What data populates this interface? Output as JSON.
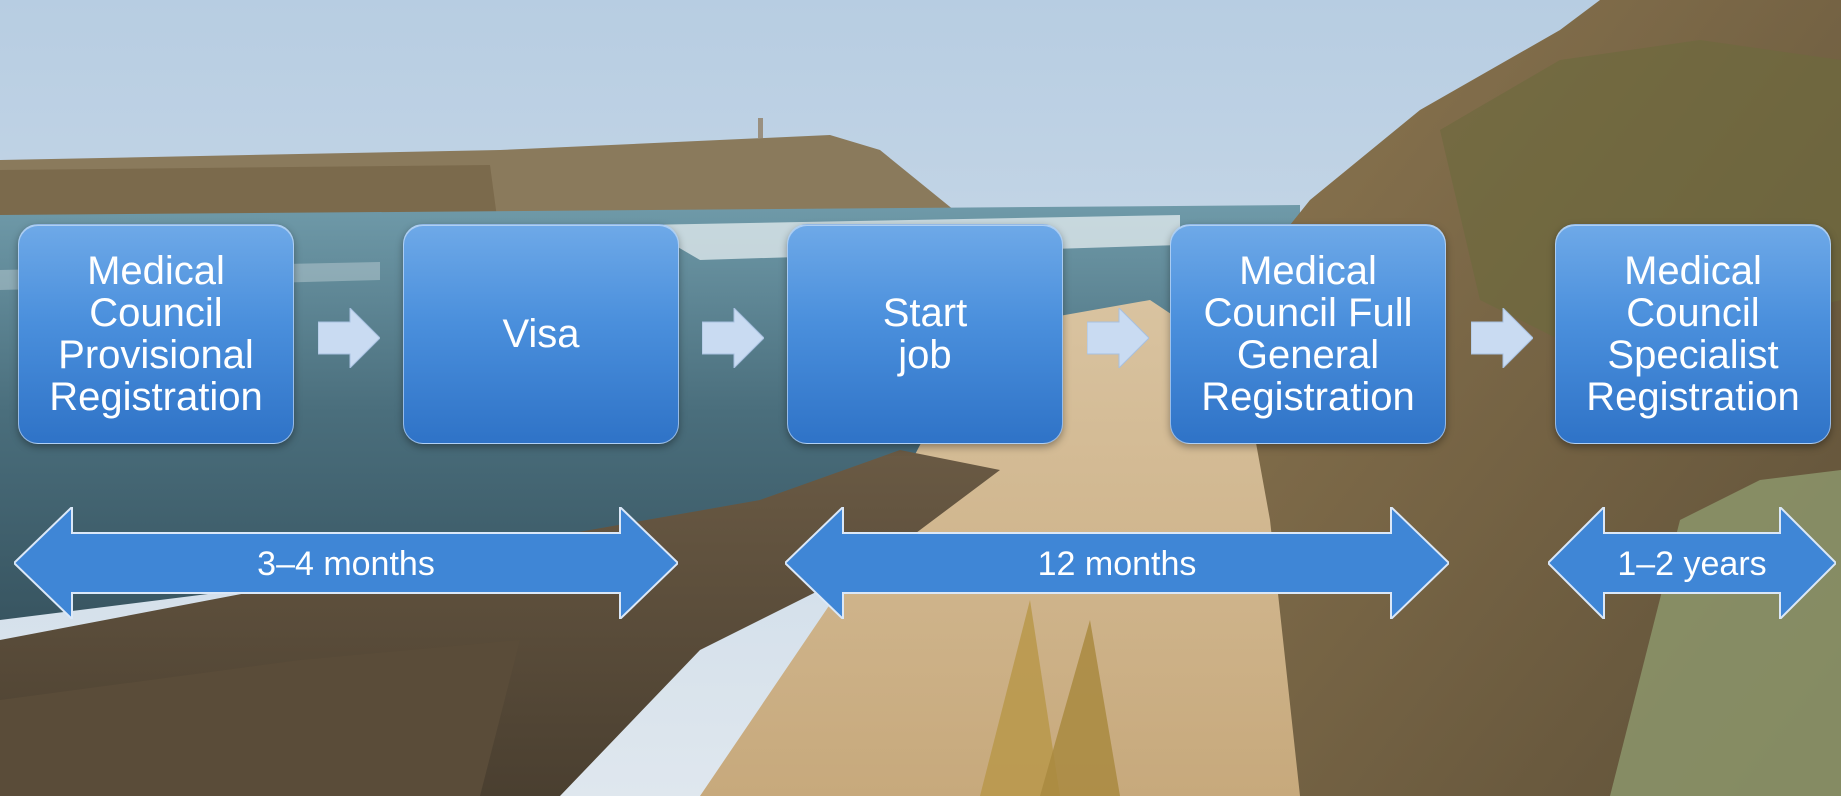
{
  "steps": [
    {
      "label": "Medical Council Provisional Registration"
    },
    {
      "label": "Visa"
    },
    {
      "label": "Start job"
    },
    {
      "label": "Medical Council Full General Registration"
    },
    {
      "label": "Medical Council Specialist Registration"
    }
  ],
  "durations": [
    {
      "label": "3–4 months"
    },
    {
      "label": "12 months"
    },
    {
      "label": "1–2 years"
    }
  ],
  "colors": {
    "box_fill": "#4a8fdc",
    "arrow_fill": "#3f86d6",
    "chevron_fill": "#c9dbf2",
    "text": "#ffffff"
  },
  "background": {
    "description_icon": "coastal-landscape-photo"
  }
}
